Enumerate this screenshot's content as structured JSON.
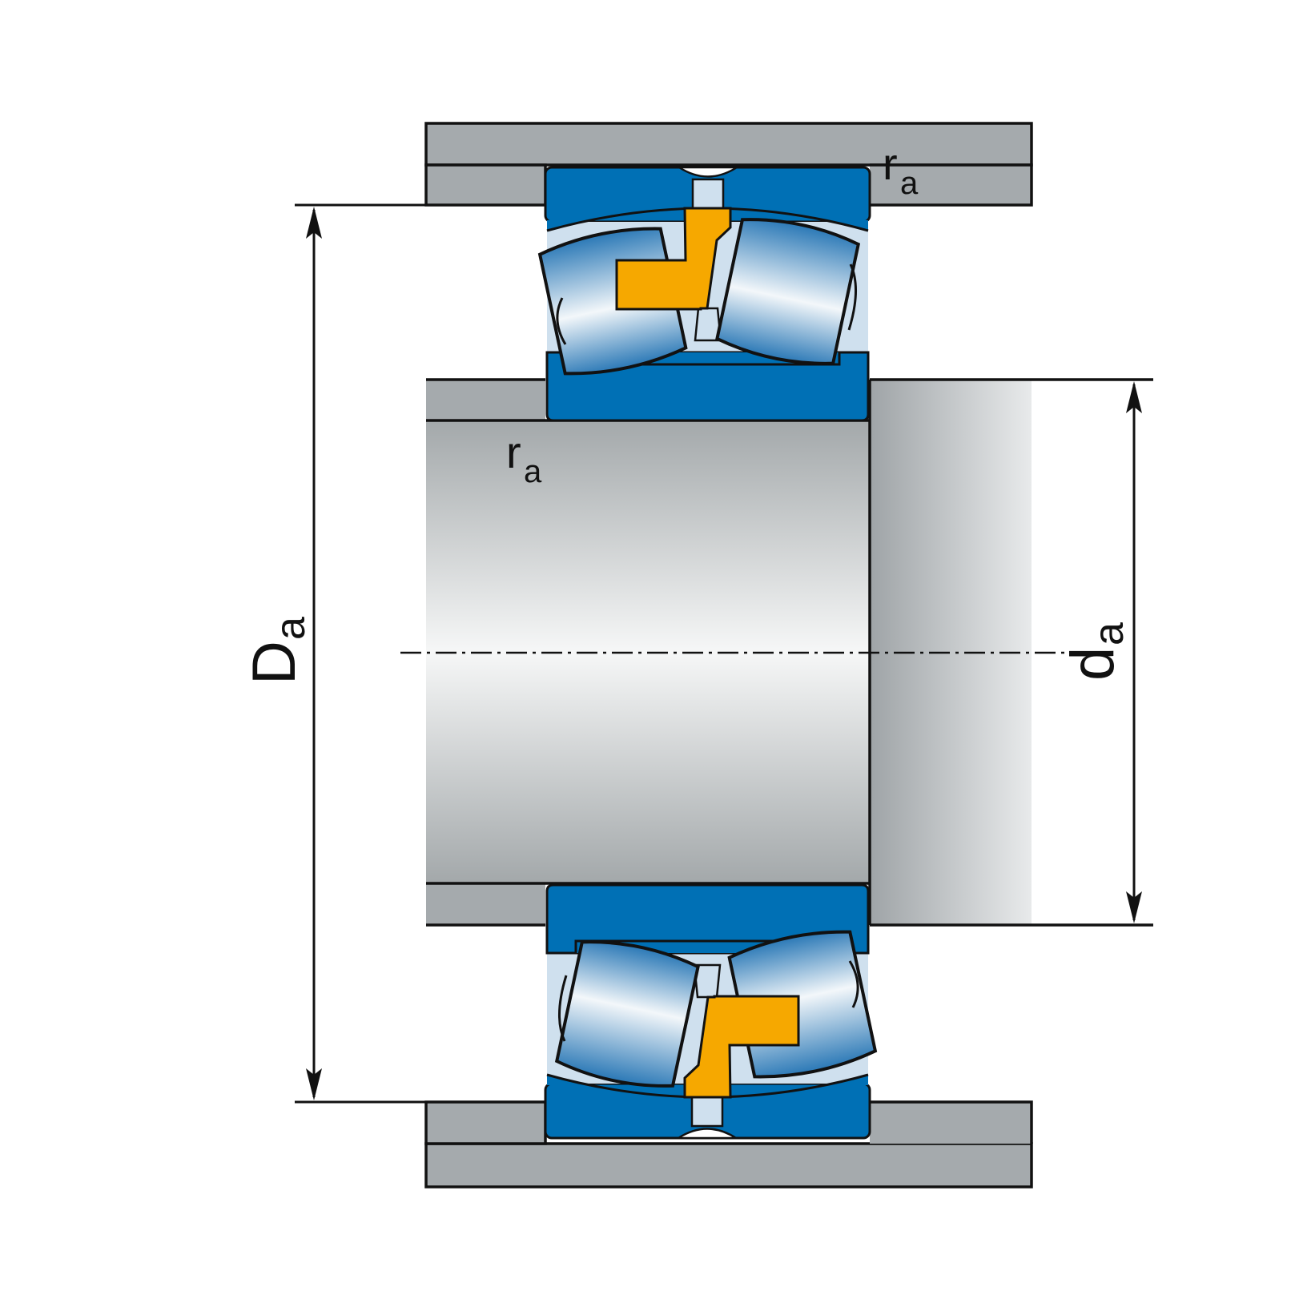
{
  "labels": {
    "Da_main": "D",
    "Da_sub": "a",
    "da_main": "d",
    "da_sub": "a",
    "ra_top_main": "r",
    "ra_top_sub": "a",
    "ra_mid_main": "r",
    "ra_mid_sub": "a"
  },
  "colors": {
    "housing": "#a5aaad",
    "ring": "#0070b5",
    "cage": "#f6a800",
    "roller_light": "#eef3f7",
    "roller_dark": "#1e6fae",
    "shaft_light": "#f6f7f7",
    "shaft_dark": "#a3a8aa",
    "line": "#111111"
  }
}
